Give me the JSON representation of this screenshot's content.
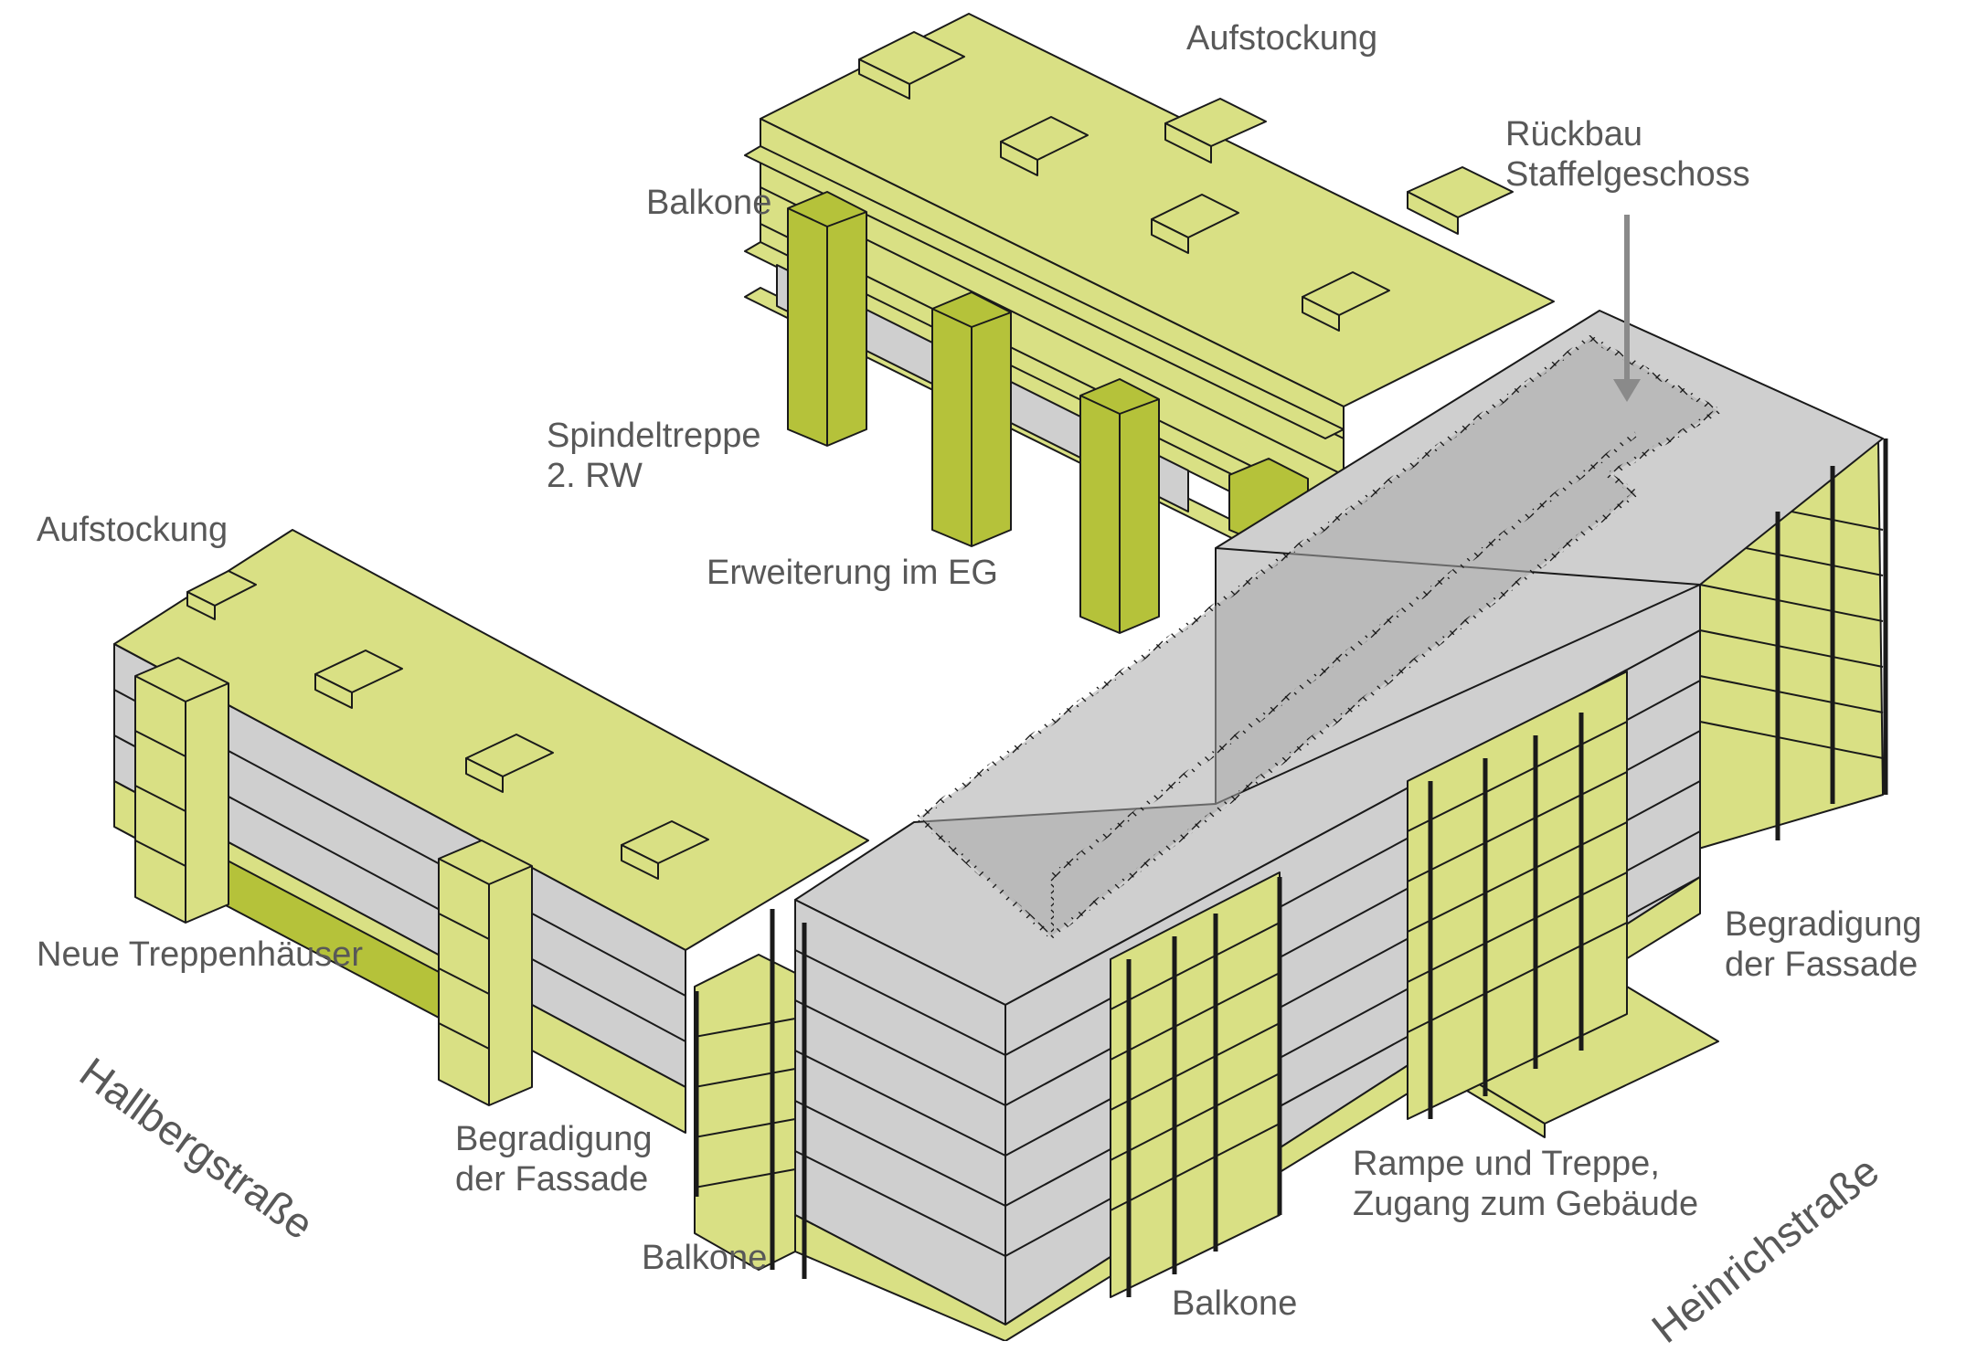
{
  "colors": {
    "existing": "#d9e084",
    "existing_dark": "#b5c23a",
    "grey": "#cfcfcf",
    "grey_dark": "#a9a9a9",
    "line": "#1a1a1a",
    "text": "#585858"
  },
  "labels": {
    "aufstockung_top": "Aufstockung",
    "rueckbau_1": "Rückbau",
    "rueckbau_2": "Staffelgeschoss",
    "balkone_top": "Balkone",
    "spindel_1": "Spindeltreppe",
    "spindel_2": "2. RW",
    "aufstockung_left": "Aufstockung",
    "erweiterung": "Erweiterung im EG",
    "treppenhaeuser": "Neue Treppenhäuser",
    "begradigung_right_1": "Begradigung",
    "begradigung_right_2": "der Fassade",
    "begradigung_left_1": "Begradigung",
    "begradigung_left_2": "der Fassade",
    "rampe_1": "Rampe und Treppe,",
    "rampe_2": "Zugang zum Gebäude",
    "balkone_left": "Balkone",
    "balkone_bottom": "Balkone"
  },
  "streets": {
    "left": "Hallbergstraße",
    "right": "Heinrichstraße"
  }
}
